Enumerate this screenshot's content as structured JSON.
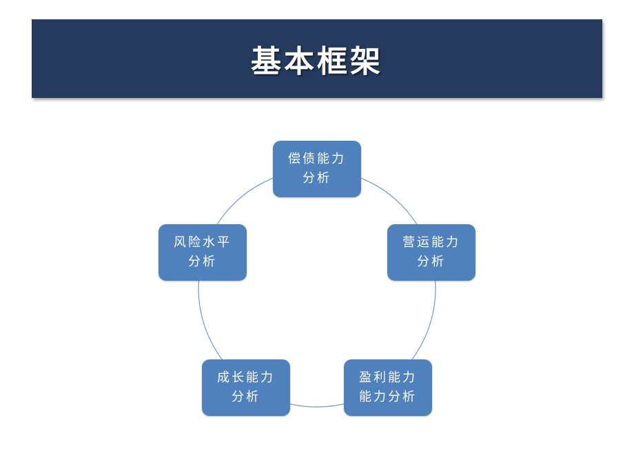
{
  "title": "基本框架",
  "diagram": {
    "type": "cycle",
    "nodes": [
      {
        "id": "top",
        "line1": "偿债能力",
        "line2": "分析"
      },
      {
        "id": "right",
        "line1": "营运能力",
        "line2": "分析"
      },
      {
        "id": "bottom-right",
        "line1": "盈利能力",
        "line2": "能力分析"
      },
      {
        "id": "bottom-left",
        "line1": "成长能力",
        "line2": "分析"
      },
      {
        "id": "left",
        "line1": "风险水平",
        "line2": "分析"
      }
    ],
    "colors": {
      "title_bar": "#253b5e",
      "node_fill": "#4f81bd",
      "connector": "#6f97c8"
    }
  }
}
